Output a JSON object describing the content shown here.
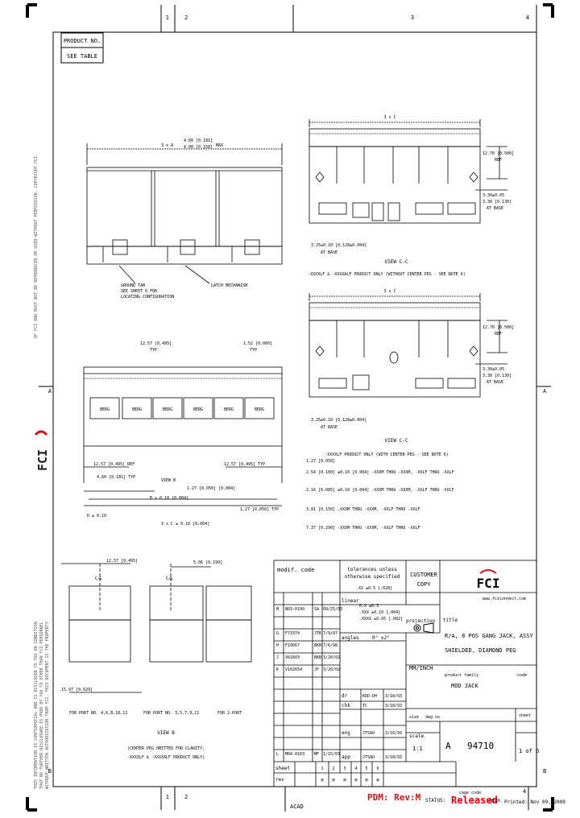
{
  "zones": {
    "top": [
      "1",
      "2",
      "3",
      "4"
    ],
    "bottom": [
      "1",
      "2",
      "4"
    ],
    "left": [
      "A",
      "B"
    ],
    "right": [
      "A",
      "B"
    ]
  },
  "product_box": {
    "header": "PRODUCT NO.",
    "value": "SEE TABLE"
  },
  "left_vertical_notes": [
    "THIS INFORMATION IS CONFIDENTIAL AND IS DISCLOSED TO YOU ON CONDITION",
    "THAT NO FURTHER DISCLOSURE IS MADE BY YOU TO OTHER THAN FCI PERSONNEL",
    "WITHOUT WRITTEN AUTHORIZATION FROM FCI. THIS DOCUMENT IS THE PROPERTY",
    "OF FCI AND MUST NOT BE REPRODUCED OR USED WITHOUT PERMISSION. COPYRIGHT FCI."
  ],
  "brand": {
    "logo_text": "FCI"
  },
  "views": {
    "top_dims": [
      "3 x A",
      "4.60 [0.181]",
      "4.00 [0.158]",
      "MAX"
    ],
    "top_callouts": [
      "GROUND TAB",
      "SEE SHEET 6 FOR",
      "LOCATING CONFIGURATION",
      "LATCH MECHANISM"
    ],
    "view_c1": {
      "label": "VIEW C-C",
      "sub": "-XXXXLF & -XXXXALF PRODUCT ONLY (WITHOUT CENTER PEG - SEE NOTE 6)",
      "dim_top": "3 x C",
      "dims_right": [
        "12.70 [0.500]",
        "REF",
        "3.30±0.05",
        "3.30 [0.130]",
        "AT BASE"
      ],
      "dim_bottom": [
        "3.25±0.10 [0.128±0.004]",
        "AT BASE"
      ]
    },
    "view_c2": {
      "label": "VIEW C-C",
      "sub": "-XXXXLF PRODUCT ONLY (WITH CENTER PEG - SEE NOTE 6)",
      "dim_top": "3 x C",
      "dims_right": [
        "12.70 [0.500]",
        "REF",
        "3.30±0.05",
        "3.30 [0.130]",
        "AT BASE"
      ],
      "dim_bottom": [
        "3.25±0.10 [0.128±0.004]",
        "AT BASE"
      ]
    },
    "front": {
      "dims": [
        "12.57 [0.495]",
        "TYP",
        "1.52 [0.060]",
        "TYP",
        "12.57 [0.495] REF",
        "12.57 [0.495] TYP",
        "4.60 [0.181] TYP",
        "VIEW B",
        "B ± 0.10 [0.004]",
        "1.27 [0.050] [0.004]",
        "1.27 [0.050] TYP",
        "3 x C ± 0.10 [0.004]",
        "D ± 0.10"
      ],
      "port_label": "BERG",
      "notes": [
        "1.27 [0.050]",
        "2.54 [0.100] ±0.10 [0.004] -XXXM THRU -XXXM, -XXLF THRU -XXLF",
        "2.16 [0.085] ±0.10 [0.004] -XXXM THRU -XXXM, -XXLF THRU -XXLF",
        "3.81 [0.150] -XXXM THRU -XXXM, -XXLF THRU -XXLF",
        "7.37 [0.290] -XXXM THRU -XXXM, -XXLF THRU -XXLF"
      ]
    },
    "view_b": {
      "dims": [
        "12.57 [0.495]",
        "C/L",
        "5.06 [0.199]",
        "C/L",
        "15.97 [0.629]"
      ],
      "captions": [
        "FOR PORT NO. 4,6,8,10,12",
        "FOR PORT NO. 3,5,7,9,11",
        "FOR 2-PORT"
      ],
      "title": "VIEW B",
      "sub": [
        "(CENTER PEG OMITTED FOR CLARITY,",
        "-XXXXLF & -XXXXALF PRODUCT ONLY)"
      ]
    }
  },
  "title_block": {
    "revisions": [
      {
        "rev": "M",
        "ecn": "N03-0100",
        "by": "SA",
        "date": "09/25/03"
      },
      {
        "rev": "G",
        "ecn": "F73374",
        "by": "JTK",
        "date": "7/9/97"
      },
      {
        "rev": "H",
        "ecn": "F10667",
        "by": "BKB",
        "date": "7/6/98"
      },
      {
        "rev": "J",
        "ecn": "V61603",
        "by": "BKB",
        "date": "3/20/02"
      },
      {
        "rev": "K",
        "ecn": "V102654",
        "by": "JF",
        "date": "3/20/02"
      },
      {
        "rev": "L",
        "ecn": "M04-0103",
        "by": "MF",
        "date": "1/15/03"
      }
    ],
    "header": {
      "modif": "modif. code",
      "tol_1": "tolerances unless",
      "tol_2": "otherwise specified",
      "cust_1": "CUSTOMER",
      "cust_2": "COPY"
    },
    "tolerances": {
      "linear_label": "linear",
      "linear": ".XX ±0.5 [.020]",
      "x": "0.X ±0.3",
      "xx": ".XXX ±0.10 [.004]",
      "xxx": ".XXXX ±0.05 [.002]",
      "angles_label": "angles",
      "angles": "0° ±2°"
    },
    "signoff": [
      {
        "role": "dr",
        "name": "KDD-DH",
        "date": "3/18/93"
      },
      {
        "role": "chk",
        "name": "TC",
        "date": "3/18/93"
      },
      {
        "role": "eng",
        "name": "JTSAO",
        "date": "3/18/93"
      },
      {
        "role": "app",
        "name": "JTSAO",
        "date": "3/18/93"
      }
    ],
    "units": "MM/INCH",
    "projection": "projection",
    "scale_label": "scale",
    "scale": "1:1",
    "fci_logo": "FCI",
    "website": "www.fciconnect.com",
    "title_label": "title",
    "title_1": "R/A, 8 POS GANG JACK, ASSY",
    "title_2": "SHIELDED, DIAMOND PEG",
    "product_family_label": "product family",
    "product_family": "MOD JACK",
    "code_label": "code",
    "size_label": "size",
    "dwg_label": "dwg no",
    "size": "A",
    "dwg_no": "94710",
    "sheet_label": "sheet",
    "sheet": "1 of 6",
    "sheet_rev_label": "sheet",
    "rev_label": "rev",
    "sheet_nums": [
      "1",
      "2",
      "3",
      "4",
      "5",
      "6"
    ],
    "rev_row": [
      "M",
      "M",
      "M",
      "M",
      "M",
      "M"
    ]
  },
  "footer": {
    "acad": "ACAD",
    "pdm": "PDM: Rev:M",
    "status_label": "STATUS:",
    "status": "Released",
    "cage": "cage code",
    "printed": "Printed: Nov 09, 2009",
    "cage_value": "22526"
  }
}
